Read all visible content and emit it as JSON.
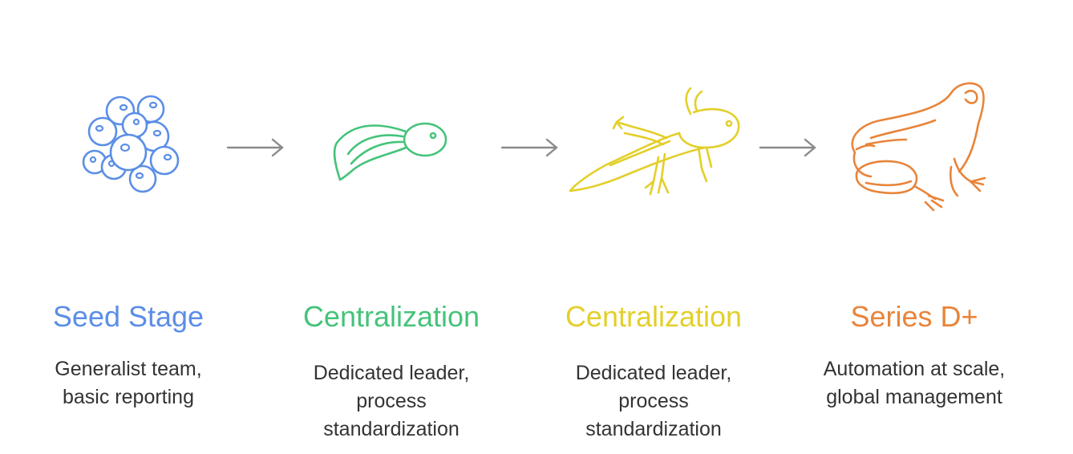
{
  "colors": {
    "seed": "#5b8ee6",
    "centralization_green": "#45c37a",
    "centralization_yellow": "#e3cf2a",
    "series_d": "#e8843a",
    "arrow": "#8a8a8a",
    "text": "#333333"
  },
  "stages": [
    {
      "icon": "frog-eggs-icon",
      "title": "Seed Stage",
      "description_lines": [
        "Generalist team,",
        "basic reporting"
      ]
    },
    {
      "icon": "tadpole-icon",
      "title": "Centralization",
      "description_lines": [
        "Dedicated leader,",
        "process",
        "standardization"
      ]
    },
    {
      "icon": "tadpole-with-legs-icon",
      "title": "Centralization",
      "description_lines": [
        "Dedicated leader,",
        "process",
        "standardization"
      ]
    },
    {
      "icon": "frog-icon",
      "title": "Series D+",
      "description_lines": [
        "Automation at scale,",
        "global management"
      ]
    }
  ],
  "connectors": [
    "arrow-right-icon",
    "arrow-right-icon",
    "arrow-right-icon"
  ]
}
